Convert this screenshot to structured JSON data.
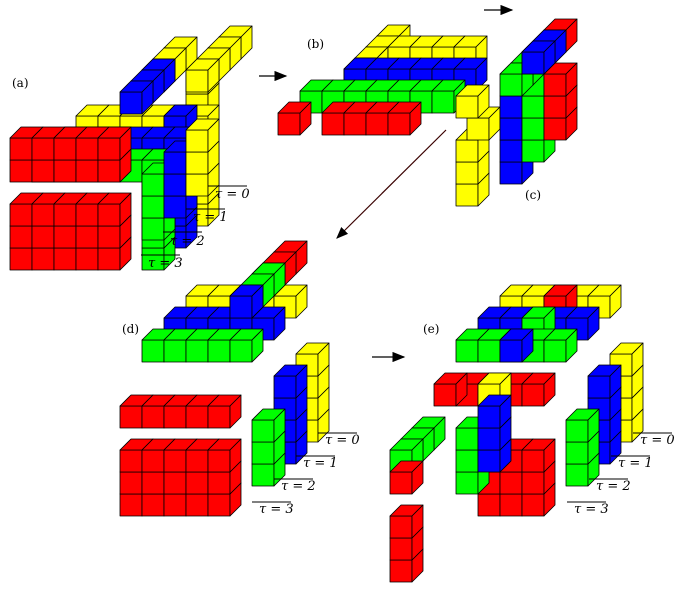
{
  "panels": [
    {
      "id": "a",
      "label": "(a)"
    },
    {
      "id": "b",
      "label": "(b)"
    },
    {
      "id": "c",
      "label": "(c)"
    },
    {
      "id": "d",
      "label": "(d)"
    },
    {
      "id": "e",
      "label": "(e)"
    }
  ],
  "tau_labels": [
    "τ = 0",
    "τ = 1",
    "τ = 2",
    "τ = 3"
  ],
  "colors": {
    "red": "#ff0000",
    "green": "#00ff00",
    "blue": "#0000ff",
    "yellow": "#ffff00",
    "arrow": "#000000",
    "arrow_dark": "#3a0000"
  }
}
